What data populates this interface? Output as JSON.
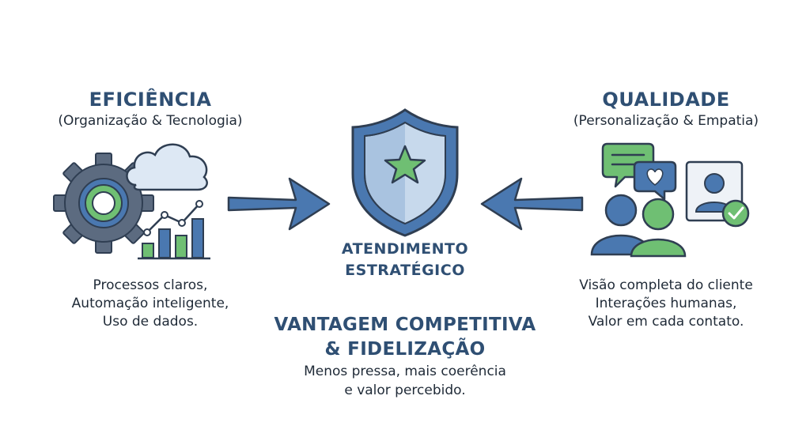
{
  "left": {
    "title": "EFICIÊNCIA",
    "subtitle": "(Organização & Tecnologia)",
    "lines": [
      "Processos claros,",
      "Automação inteligente,",
      "Uso de dados."
    ]
  },
  "right": {
    "title": "QUALIDADE",
    "subtitle": "(Personalização & Empatia)",
    "lines": [
      "Visão completa do cliente",
      "Interações humanas,",
      "Valor em cada contato."
    ]
  },
  "center": {
    "lines": [
      "ATENDIMENTO",
      "ESTRATÉGICO"
    ]
  },
  "bottom": {
    "title_lines": [
      "VANTAGEM COMPETITIVA",
      "& FIDELIZAÇÃO"
    ],
    "text_lines": [
      "Menos pressa, mais coerência",
      "e valor percebido."
    ]
  },
  "colors": {
    "navy": "#2f4f73",
    "blue": "#4a78b0",
    "green": "#6fbf73",
    "gray": "#5c6b80",
    "light_blue": "#d4e3f2"
  },
  "icons": [
    "gear-icon",
    "cloud-icon",
    "bar-chart-icon",
    "line-chart-icon",
    "shield-star-icon",
    "arrow-right-icon",
    "arrow-left-icon",
    "chat-bubble-icon",
    "heart-bubble-icon",
    "people-icon",
    "profile-card-icon",
    "check-icon"
  ]
}
